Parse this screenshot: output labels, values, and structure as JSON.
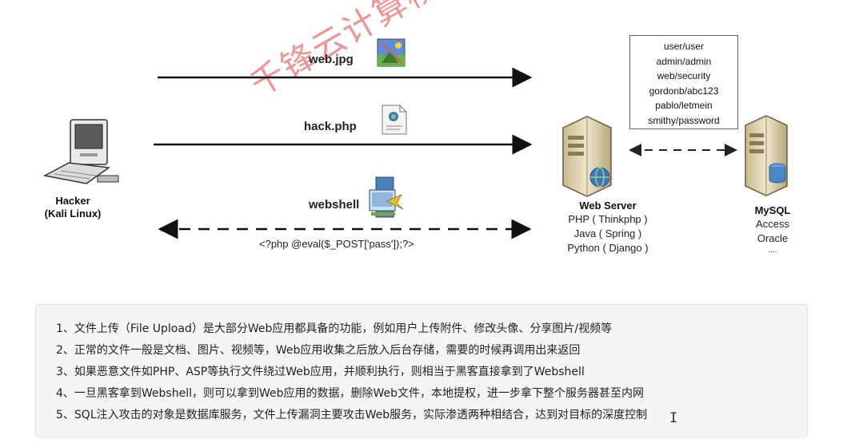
{
  "watermark": "千锋云计算杨",
  "hacker": {
    "name": "Hacker",
    "sub": "(Kali Linux)"
  },
  "arrows": [
    {
      "label": "web.jpg",
      "icon": "image-file-icon"
    },
    {
      "label": "hack.php",
      "icon": "php-file-icon"
    },
    {
      "label": "webshell",
      "icon": "webshell-icon",
      "code": "<?php @eval($_POST['pass']);?>"
    }
  ],
  "webserver": {
    "title": "Web Server",
    "stacks": [
      "PHP ( Thinkphp )",
      "Java ( Spring )",
      "Python ( Django )"
    ]
  },
  "database": {
    "title": "MySQL",
    "items": [
      "Access",
      "Oracle",
      "...."
    ]
  },
  "credentials": [
    "user/user",
    "admin/admin",
    "web/security",
    "gordonb/abc123",
    "pablo/letmein",
    "smithy/password"
  ],
  "notes": [
    "1、文件上传（File Upload）是大部分Web应用都具备的功能，例如用户上传附件、修改头像、分享图片/视频等",
    "2、正常的文件一般是文档、图片、视频等，Web应用收集之后放入后台存储，需要的时候再调用出来返回",
    "3、如果恶意文件如PHP、ASP等执行文件绕过Web应用，并顺利执行，则相当于黑客直接拿到了Webshell",
    "4、一旦黑客拿到Webshell，则可以拿到Web应用的数据，删除Web文件，本地提权，进一步拿下整个服务器甚至内网",
    "5、SQL注入攻击的对象是数据库服务，文件上传漏洞主要攻击Web服务，实际渗透两种相结合，达到对目标的深度控制"
  ]
}
